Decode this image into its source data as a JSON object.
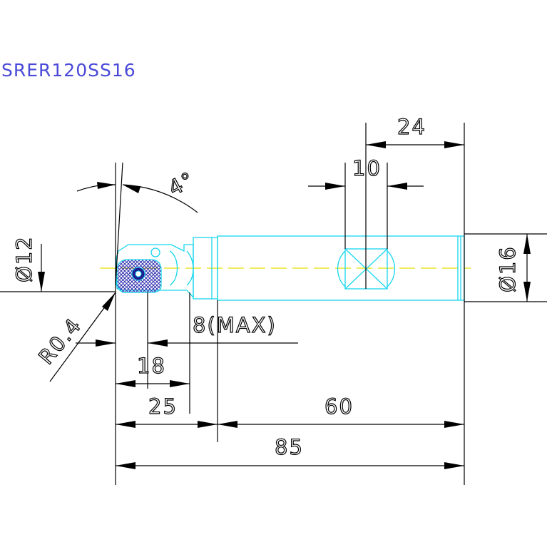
{
  "title": "SRER120SS16",
  "dimensions": {
    "d24": "24",
    "d10": "10",
    "angle": "4°",
    "dia12": "Ø12",
    "dia16": "Ø16",
    "r04": "R0.4",
    "max8": "8(MAX)",
    "d18": "18",
    "d25": "25",
    "d60": "60",
    "d85": "85"
  },
  "colors": {
    "dimension_lines": "#000000",
    "tool_outline": "#17d6ee",
    "center_line": "#e8e000",
    "insert_fill": "#2a2aa8",
    "title": "#4a4ad8"
  }
}
